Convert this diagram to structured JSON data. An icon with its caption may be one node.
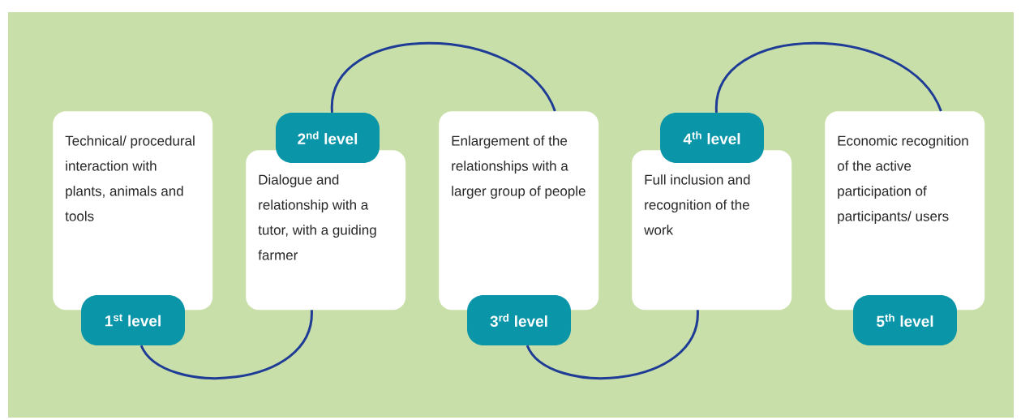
{
  "diagram": {
    "nodes": [
      {
        "text": [
          "Technical/ procedural interaction with plants, animals and tools"
        ]
      },
      {
        "text": [
          "1$^{st}$ level"
        ]
      },
      {
        "text": [
          "Dialogue and relationship with a tutor, with a guiding farmer"
        ]
      },
      {
        "text": [
          "2$^{nd}$ level"
        ]
      },
      {
        "text": [
          "Enlargement of the relationships with a larger group of people"
        ]
      },
      {
        "text": [
          "3$^{rd}$ level"
        ]
      },
      {
        "text": [
          "Full inclusion and recognition of the work"
        ]
      },
      {
        "text": [
          "4$^{th}$ level"
        ]
      },
      {
        "text": [
          "Economic recognition of the active participation of participants/ users"
        ]
      },
      {
        "text": [
          "5$^{th}$ level"
        ]
      }
    ],
    "edges": [
      {
        "from": 1,
        "to": 2,
        "arrow": "none"
      },
      {
        "from": 3,
        "to": 4,
        "arrow": "none"
      },
      {
        "from": 5,
        "to": 6,
        "arrow": "none"
      },
      {
        "from": 7,
        "to": 8,
        "arrow": "none"
      }
    ]
  }
}
